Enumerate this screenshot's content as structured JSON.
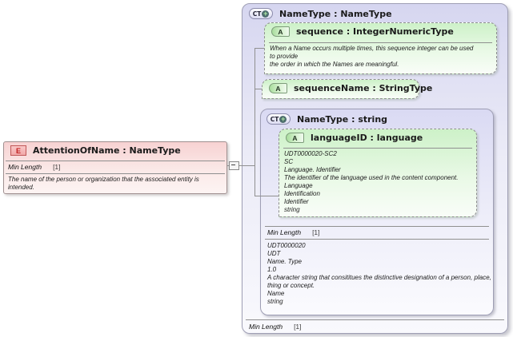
{
  "diagram": {
    "element": {
      "icon": "E",
      "title": "AttentionOfName : NameType",
      "facet": {
        "label": "Min Length",
        "value": "[1]"
      },
      "doc": "The name of the person or organization that the associated entity is intended."
    },
    "complex_type": {
      "icon": "CT",
      "plus": "+",
      "title": "NameType : NameType",
      "facet": {
        "label": "Min Length",
        "value": "[1]"
      },
      "attributes": [
        {
          "icon": "A",
          "title": "sequence : IntegerNumericType",
          "doc_lines": [
            "When a Name occurs multiple times, this sequence integer can be used",
            "to provide",
            "the order in which the Names are meaningful."
          ]
        },
        {
          "icon": "A",
          "title": "sequenceName : StringType"
        }
      ],
      "base_type": {
        "icon": "CT",
        "plus": "+",
        "title": "NameType : string",
        "attribute": {
          "icon": "A",
          "title": "languageID : language",
          "doc_lines": [
            "UDT0000020-SC2",
            "SC",
            "Language. Identifier",
            "The identifier of the language used in the content component.",
            "Language",
            "Identification",
            "Identifier",
            "string"
          ]
        },
        "facet": {
          "label": "Min Length",
          "value": "[1]"
        },
        "doc_lines": [
          "UDT0000020",
          "UDT",
          "Name. Type",
          "1.0",
          "A character string that consititues the distinctive designation of a person, place, thing or concept.",
          "Name",
          "string"
        ]
      }
    }
  }
}
